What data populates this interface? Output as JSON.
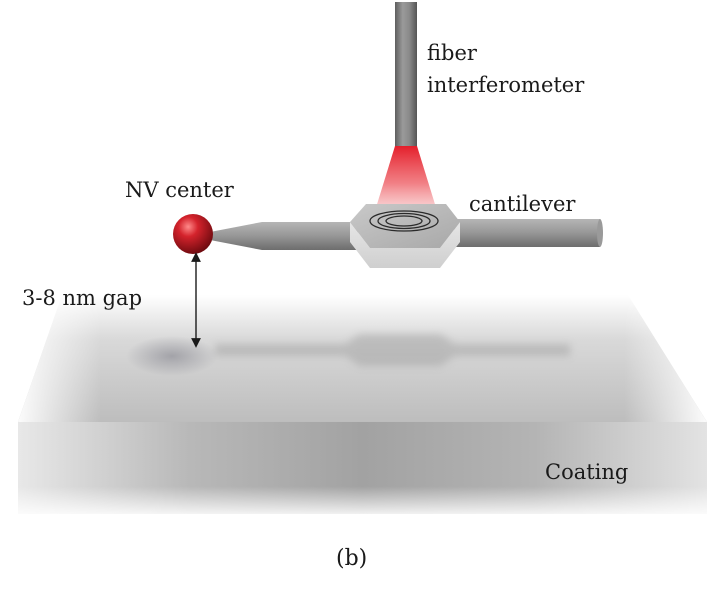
{
  "labels": {
    "fiber_line1": "fiber",
    "fiber_line2": "interferometer",
    "nv_center": "NV center",
    "cantilever": "cantilever",
    "gap": "3-8 nm gap",
    "coating": "Coating",
    "panel": "(b)"
  },
  "colors": {
    "fiber": "#7a7a7a",
    "laser": "#e8303a",
    "nv_sphere": "#c0121c",
    "cantilever": "#8f8f8f",
    "coating_top": "#c6c6c6",
    "coating_front": "#a9a9a9"
  }
}
